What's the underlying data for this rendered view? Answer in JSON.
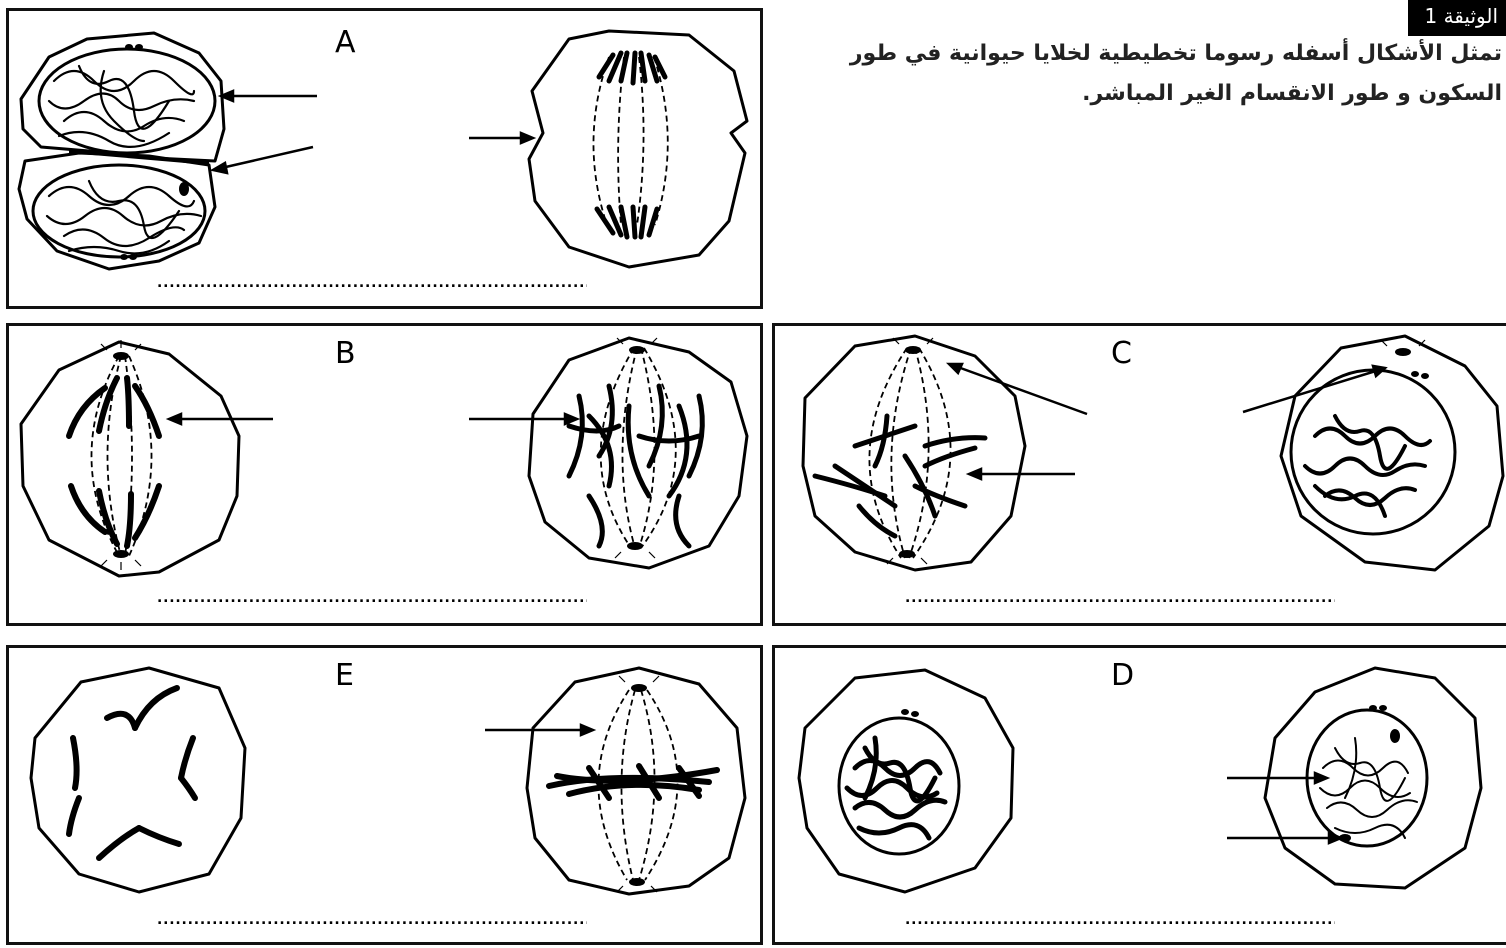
{
  "header": {
    "document_label": "الوثيقة 1",
    "intro_line_1": "تمثل الأشكال أسفله رسوما تخطيطية لخلايا حيوانية في طور",
    "intro_line_2": "السكون و طور الانقسام الغير المباشر."
  },
  "panels": {
    "a": {
      "letter": "A",
      "answer_line": "..........................................................................................."
    },
    "b": {
      "letter": "B",
      "answer_line": "..........................................................................................."
    },
    "c": {
      "letter": "C",
      "answer_line": "..........................................................................................."
    },
    "e": {
      "letter": "E",
      "answer_line": "..........................................................................................."
    },
    "d": {
      "letter": "D",
      "answer_line": "..........................................................................................."
    }
  },
  "colors": {
    "ink": "#000000",
    "background": "#ffffff"
  }
}
